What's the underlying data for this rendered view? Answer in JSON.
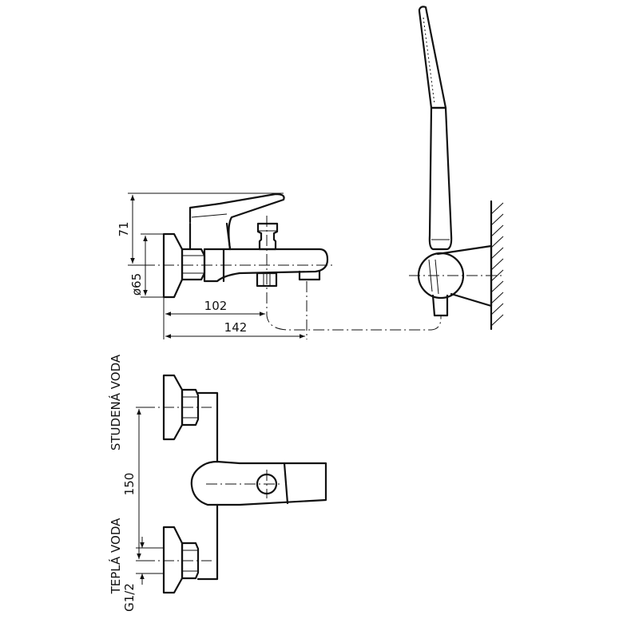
{
  "dimensions": {
    "height": "71",
    "diameter": "ø65",
    "projection_short": "102",
    "projection_long": "142",
    "spacing": "150",
    "thread": "G1/2"
  },
  "labels": {
    "cold_water": "STUDENÁ VODA",
    "hot_water": "TEPLÁ VODA"
  },
  "colors": {
    "line": "#111111",
    "background": "#ffffff"
  }
}
